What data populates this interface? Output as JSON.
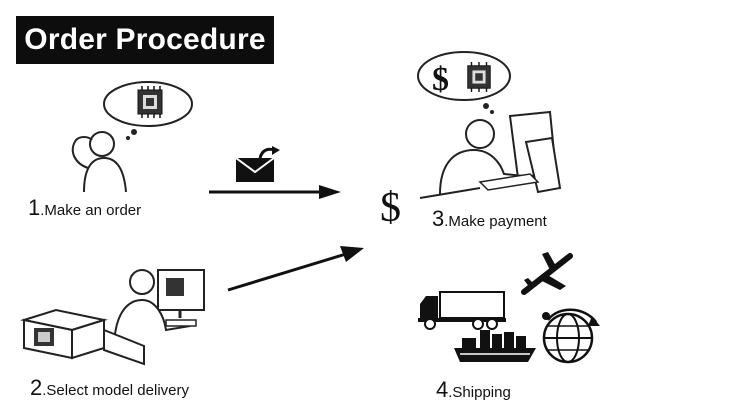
{
  "header": {
    "title": "Order Procedure"
  },
  "steps": [
    {
      "num": "1",
      "text": ".Make an order"
    },
    {
      "num": "2",
      "text": ".Select model delivery"
    },
    {
      "num": "3",
      "text": ".Make payment"
    },
    {
      "num": "4",
      "text": ".Shipping"
    }
  ],
  "payment": {
    "dollar_bubble": "$",
    "dollar_standalone": "$"
  },
  "icons": [
    "envelope-icon",
    "chip-icon",
    "thought-bubble-icon",
    "person-thinking-icon",
    "person-computer-icon",
    "truck-icon",
    "airplane-icon",
    "ship-icon",
    "globe-icon",
    "arrow-icon",
    "box-icon"
  ],
  "colors": {
    "title_bg": "#0d0d0d",
    "title_text": "#ffffff",
    "line": "#111111"
  }
}
